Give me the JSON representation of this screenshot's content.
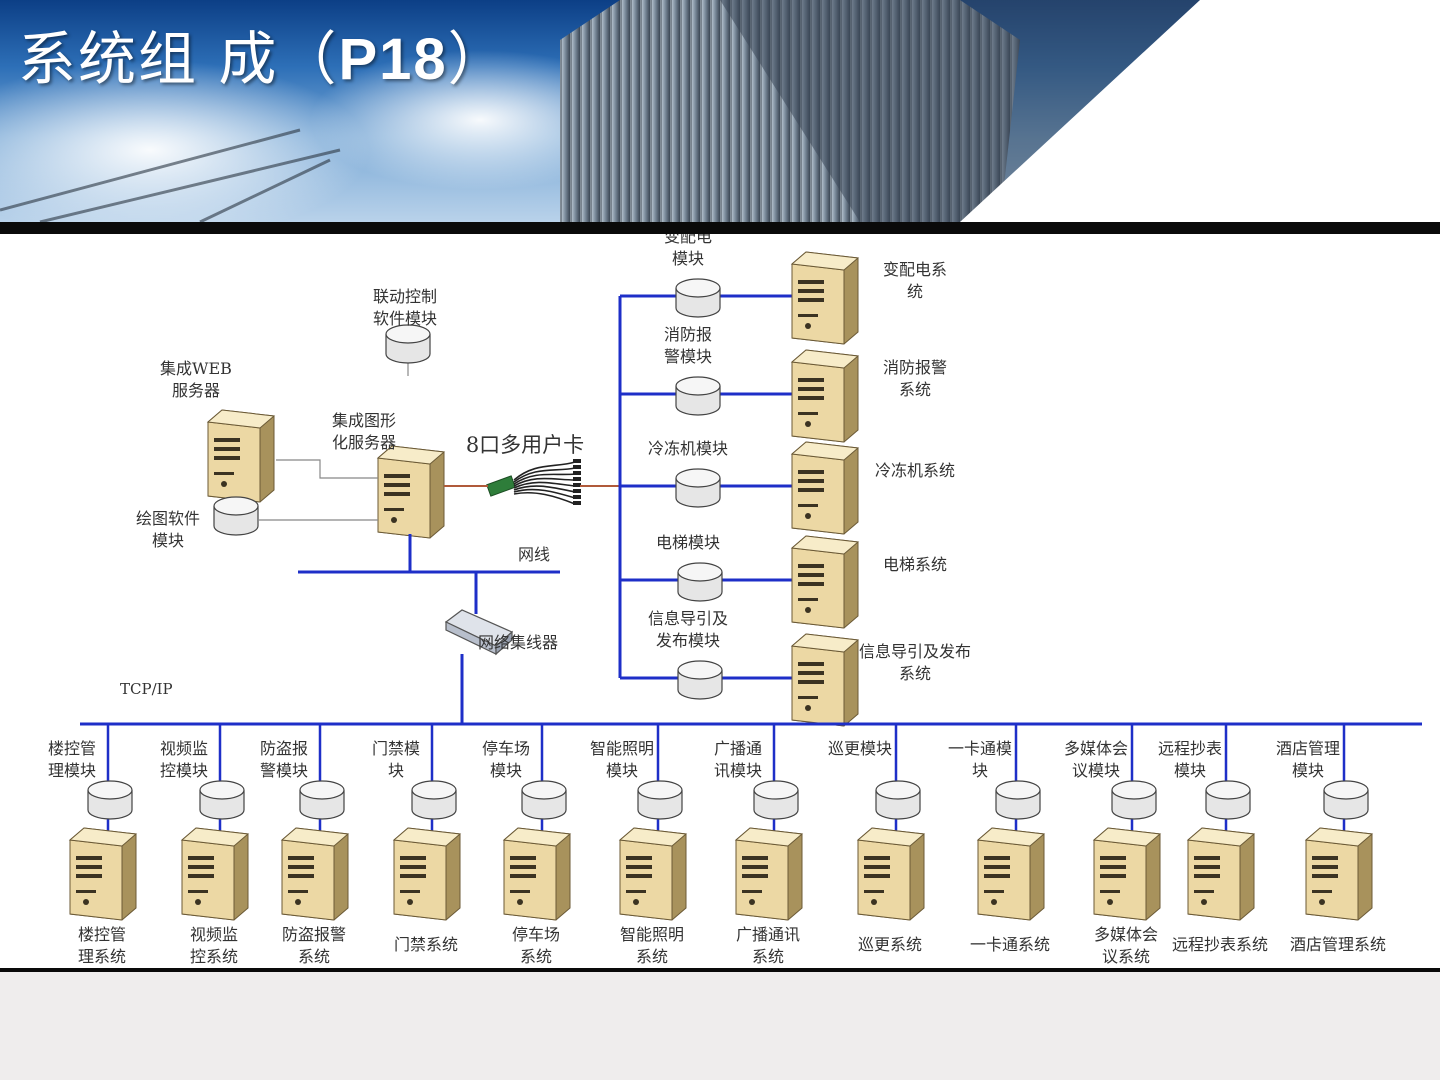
{
  "slide_title": {
    "text": "系统组 成（",
    "bold": "P18",
    "close": "）"
  },
  "colors": {
    "bus": "#1e2fc8",
    "link": "#b05a3a",
    "thin_line": "#888888",
    "server_face": "#ecd8a4",
    "server_side": "#a8925c",
    "module_body": "#e6e6e6"
  },
  "central": {
    "linkage_software": [
      "联动控制",
      "软件模块"
    ],
    "web_server": [
      "集成WEB",
      "服务器"
    ],
    "graphic_server": [
      "集成图形",
      "化服务器"
    ],
    "drawing_software": [
      "绘图软件",
      "模块"
    ],
    "multiport_card": "8口多用户卡",
    "network_cable": "网线",
    "hub": "网络集线器",
    "protocol": "TCP/IP"
  },
  "serial_systems": [
    {
      "module": [
        "变配电",
        "模块"
      ],
      "system": [
        "变配电系",
        "统"
      ]
    },
    {
      "module": [
        "消防报",
        "警模块"
      ],
      "system": [
        "消防报警",
        "系统"
      ]
    },
    {
      "module": [
        "冷冻机模块"
      ],
      "system": [
        "冷冻机系统"
      ]
    },
    {
      "module": [
        "电梯模块"
      ],
      "system": [
        "电梯系统"
      ]
    },
    {
      "module": [
        "信息导引及",
        "发布模块"
      ],
      "system": [
        "信息导引及发布",
        "系统"
      ]
    }
  ],
  "bus_systems": [
    {
      "module": [
        "楼控管",
        "理模块"
      ],
      "system": [
        "楼控管",
        "理系统"
      ]
    },
    {
      "module": [
        "视频监",
        "控模块"
      ],
      "system": [
        "视频监",
        "控系统"
      ]
    },
    {
      "module": [
        "防盗报",
        "警模块"
      ],
      "system": [
        "防盗报警",
        "系统"
      ]
    },
    {
      "module": [
        "门禁模",
        "块"
      ],
      "system": [
        "门禁系统"
      ]
    },
    {
      "module": [
        "停车场",
        "模块"
      ],
      "system": [
        "停车场",
        "系统"
      ]
    },
    {
      "module": [
        "智能照明",
        "模块"
      ],
      "system": [
        "智能照明",
        "系统"
      ]
    },
    {
      "module": [
        "广播通",
        "讯模块"
      ],
      "system": [
        "广播通讯",
        "系统"
      ]
    },
    {
      "module": [
        "巡更模块"
      ],
      "system": [
        "巡更系统"
      ]
    },
    {
      "module": [
        "一卡通模",
        "块"
      ],
      "system": [
        "一卡通系统"
      ]
    },
    {
      "module": [
        "多媒体会",
        "议模块"
      ],
      "system": [
        "多媒体会",
        "议系统"
      ]
    },
    {
      "module": [
        "远程抄表",
        "模块"
      ],
      "system": [
        "远程抄表系统"
      ]
    },
    {
      "module": [
        "酒店管理",
        "模块"
      ],
      "system": [
        "酒店管理系统"
      ]
    }
  ]
}
